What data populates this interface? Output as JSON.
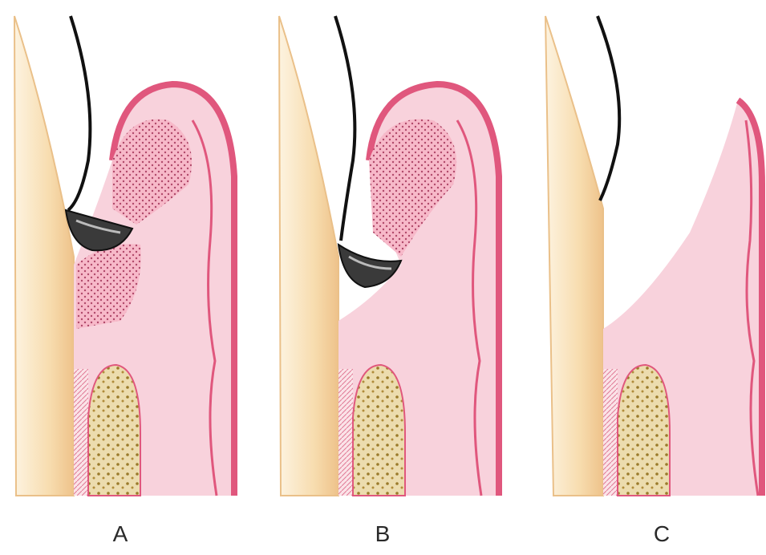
{
  "panels": [
    {
      "label": "A"
    },
    {
      "label": "B"
    },
    {
      "label": "C"
    }
  ],
  "colors": {
    "background": "#ffffff",
    "tooth": "#f7dcae",
    "tooth_edge": "#e6b87a",
    "gingiva_fill": "#f8cfd8",
    "gingiva_outline": "#e0577d",
    "inflamed_tissue": "#f49ab3",
    "bone": "#ecdcae",
    "bone_dots": "#9a7a2a",
    "instrument_blade": "#2a2a2a",
    "instrument_shaft": "#111111"
  },
  "icons": [
    "curette-instrument-icon",
    "tooth-root-icon",
    "alveolar-bone-icon"
  ]
}
